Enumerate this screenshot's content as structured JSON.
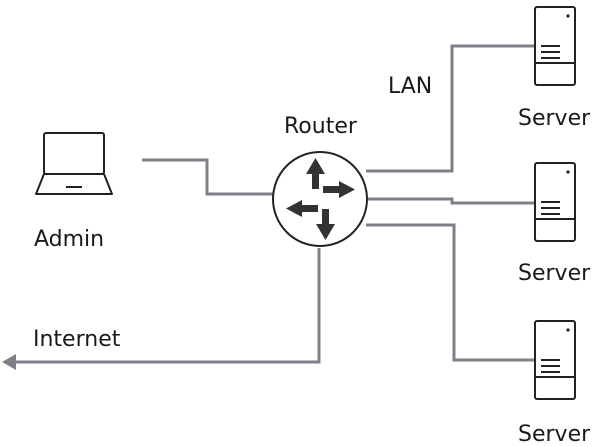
{
  "labels": {
    "admin": "Admin",
    "router": "Router",
    "lan": "LAN",
    "internet": "Internet",
    "servers": [
      "Server",
      "Server",
      "Server"
    ]
  },
  "nodes": {
    "admin": "laptop-icon",
    "router": "router-icon",
    "servers": [
      "server-icon",
      "server-icon",
      "server-icon"
    ]
  },
  "colors": {
    "link": "#7d8088",
    "outline": "#222222",
    "text": "#1a1a1a"
  }
}
